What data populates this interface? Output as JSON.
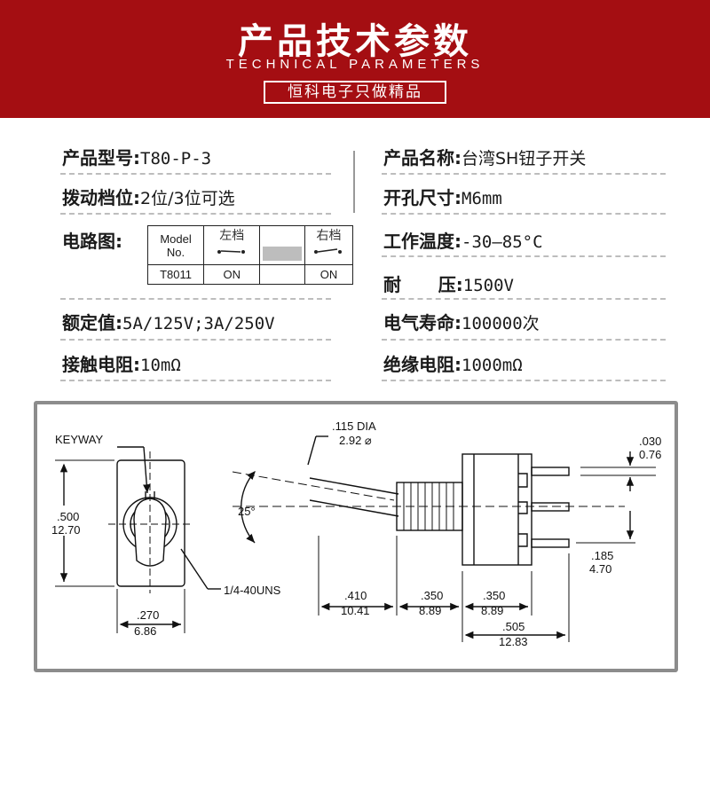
{
  "header": {
    "title": "产品技术参数",
    "subtitle": "TECHNICAL PARAMETERS",
    "slogan": "恒科电子只做精品"
  },
  "params": {
    "model_label": "产品型号:",
    "model_value": "T80-P-3",
    "name_label": "产品名称:",
    "name_value": "台湾SH钮子开关",
    "position_label": "拨动档位:",
    "position_value": "2位/3位可选",
    "hole_label": "开孔尺寸:",
    "hole_value": "M6mm",
    "circuit_label": "电路图:",
    "temp_label": "工作温度:",
    "temp_value": "-30—85°C",
    "voltage_label": "耐      压:",
    "voltage_value": "1500V",
    "rating_label": "额定值:",
    "rating_value": "5A/125V;3A/250V",
    "life_label": "电气寿命:",
    "life_value": "100000次",
    "contact_label": "接触电阻:",
    "contact_value": "10mΩ",
    "insulation_label": "绝缘电阻:",
    "insulation_value": "1000mΩ"
  },
  "circuit_table": {
    "model_header_1": "Model",
    "model_header_2": "No.",
    "left_header": "左档",
    "right_header": "右档",
    "model": "T8011",
    "left_state": "ON",
    "right_state": "ON"
  },
  "drawing": {
    "keyway": "KEYWAY",
    "height_in": ".500",
    "height_mm": "12.70",
    "thread": "1/4-40UNS",
    "width_in": ".270",
    "width_mm": "6.86",
    "dia_in": ".115 DIA",
    "dia_mm": "2.92 ⌀",
    "angle": "25°",
    "d410_in": ".410",
    "d410_mm": "10.41",
    "d350a_in": ".350",
    "d350a_mm": "8.89",
    "d350b_in": ".350",
    "d350b_mm": "8.89",
    "d505_in": ".505",
    "d505_mm": "12.83",
    "d030_in": ".030",
    "d030_mm": "0.76",
    "d185_in": ".185",
    "d185_mm": "4.70"
  }
}
